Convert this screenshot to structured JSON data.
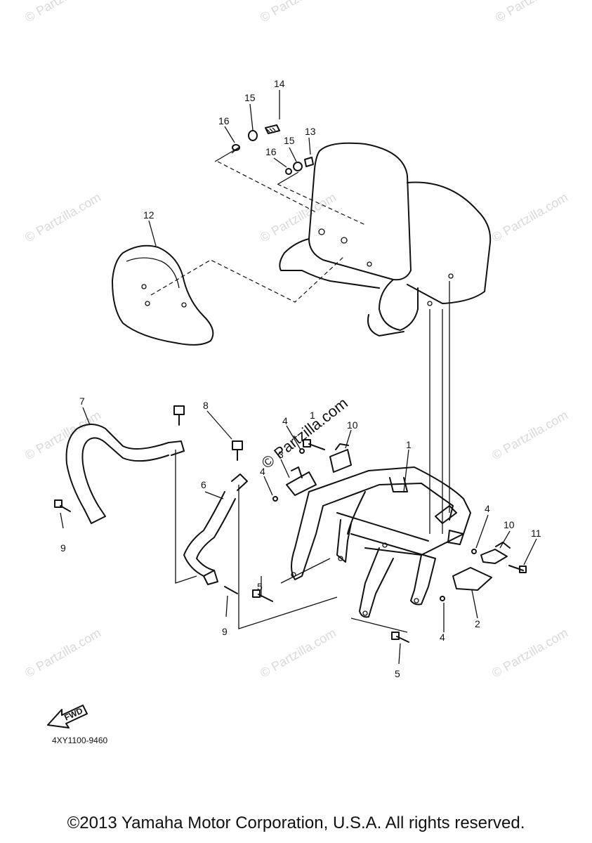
{
  "watermarks": {
    "small": "© Partzilla.com",
    "main": "© Partzilla.com"
  },
  "callouts": {
    "c1": "1",
    "c1b": "1",
    "c2": "2",
    "c3": "3",
    "c4a": "4",
    "c4b": "4",
    "c4c": "4",
    "c4d": "4",
    "c5a": "5",
    "c5b": "5",
    "c6": "6",
    "c7": "7",
    "c8": "8",
    "c9a": "9",
    "c9b": "9",
    "c10a": "10",
    "c10b": "10",
    "c11": "11",
    "c12": "12",
    "c13": "13",
    "c14": "14",
    "c15a": "15",
    "c15b": "15",
    "c16a": "16",
    "c16b": "16"
  },
  "fwd_label": "FWD",
  "diagram_code": "4XY1100-9460",
  "copyright": "©2013 Yamaha Motor Corporation, U.S.A. All rights reserved."
}
